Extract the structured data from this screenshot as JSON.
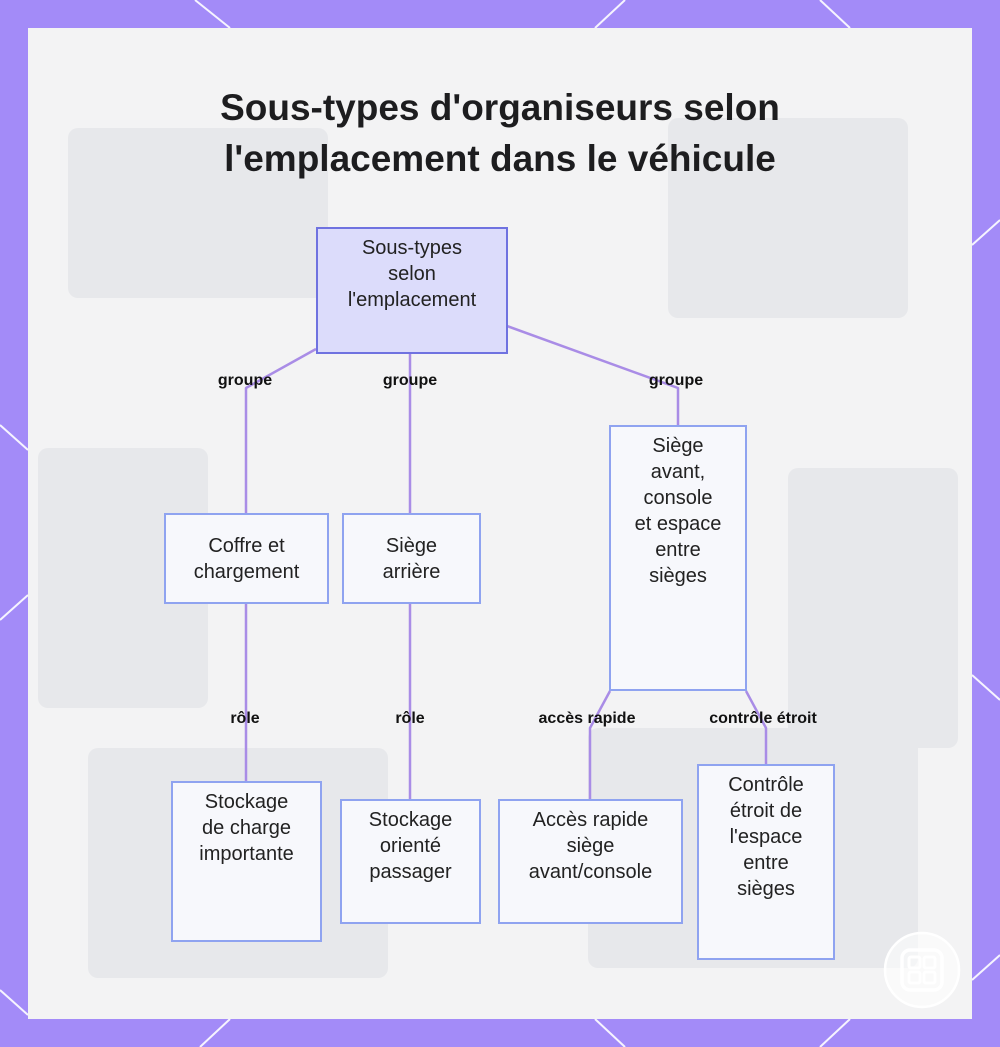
{
  "title_lines": [
    "Sous-types d'organiseurs selon",
    "l'emplacement dans le véhicule"
  ],
  "colors": {
    "frame": "#a38bf8",
    "edge": "#a98ce6",
    "root_fill": "#dcdcfb",
    "root_border": "#6f72e0",
    "node_fill": "#f7f8fc",
    "node_border": "#8fa3f0"
  },
  "nodes": {
    "root": [
      "Sous-types",
      "selon",
      "l'emplacement"
    ],
    "coffre": [
      "Coffre et",
      "chargement"
    ],
    "arriere": [
      "Siège",
      "arrière"
    ],
    "avant": [
      "Siège",
      "avant,",
      "console",
      "et espace",
      "entre",
      "sièges"
    ],
    "stockage_charge": [
      "Stockage",
      "de charge",
      "importante"
    ],
    "stockage_passager": [
      "Stockage",
      "orienté",
      "passager"
    ],
    "acces_rapide": [
      "Accès rapide",
      "siège",
      "avant/console"
    ],
    "controle_etroit": [
      "Contrôle",
      "étroit de",
      "l'espace",
      "entre",
      "sièges"
    ]
  },
  "edge_labels": {
    "groupe_1": "groupe",
    "groupe_2": "groupe",
    "groupe_3": "groupe",
    "role_1": "rôle",
    "role_2": "rôle",
    "acces": "accès rapide",
    "controle": "contrôle étroit"
  },
  "logo_icon": "grid-logo-icon"
}
